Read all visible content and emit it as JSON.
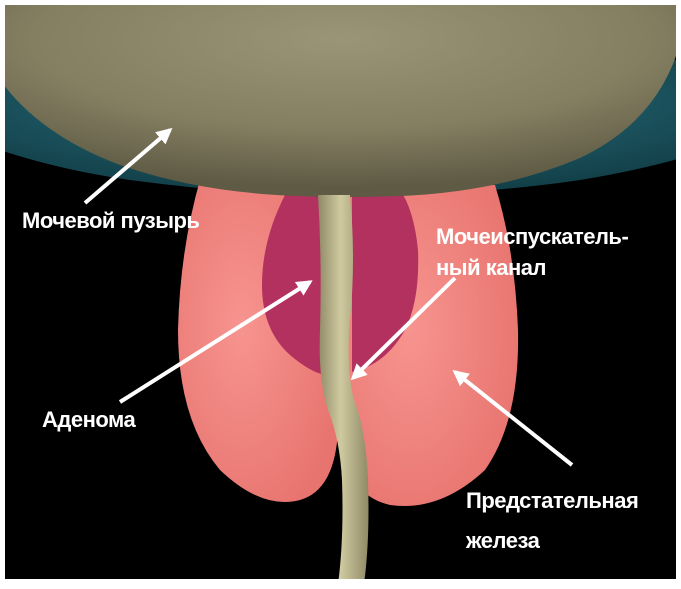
{
  "labels": {
    "bladder": "Мочевой пузырь",
    "urethra_line1": "Мочеиспускатель-",
    "urethra_line2": "ный канал",
    "adenoma": "Аденома",
    "prostate_line1": "Предстательная",
    "prostate_line2": "железа"
  },
  "colors": {
    "background": "#000000",
    "frame": "#ffffff",
    "bladder": "#8a8466",
    "bladder_wall": "#1e5d6a",
    "prostate": "#f2837f",
    "adenoma": "#b3315f",
    "urethra": "#b9b48b",
    "label": "#ffffff"
  }
}
